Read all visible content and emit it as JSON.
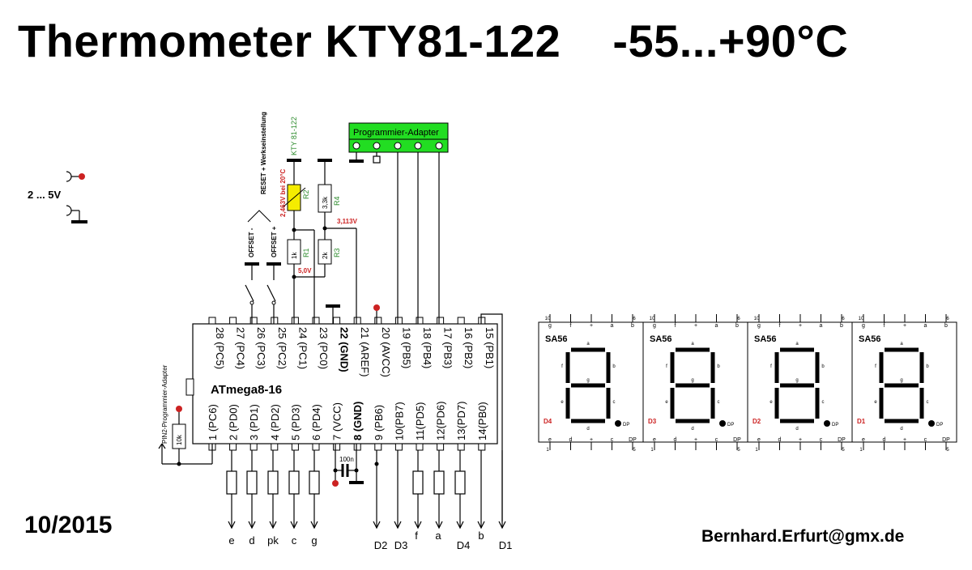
{
  "title": {
    "main": "Thermometer KTY81-122",
    "range": "-55...+90°C"
  },
  "footer": {
    "date": "10/2015",
    "email": "Bernhard.Erfurt@gmx.de"
  },
  "supply": {
    "label": "2 ... 5V"
  },
  "programmer": {
    "label": "Programmier-Adapter",
    "pin2_label": "PIN2-Programmier-Adapter"
  },
  "reset_label": "RESET + Werkseinstellung",
  "offset_labels": [
    "OFFSET -",
    "OFFSET +"
  ],
  "sensor": {
    "name": "KTY 81-122",
    "ref": "R2",
    "note": "2,463V bei 20°C"
  },
  "resistors": [
    {
      "ref": "R1",
      "value": "1k"
    },
    {
      "ref": "R4",
      "value": "3,3k"
    },
    {
      "ref": "R3",
      "value": "2k"
    }
  ],
  "pullup": {
    "value": "10k"
  },
  "voltages": {
    "aref": "3,113V",
    "vcc": "5,0V"
  },
  "capacitor": {
    "value": "100n"
  },
  "chip": {
    "name": "ATmega8-16",
    "top_pins": [
      "28 (PC5)",
      "27 (PC4)",
      "26 (PC3)",
      "25 (PC2)",
      "24 (PC1)",
      "23 (PC0)",
      "22 (GND)",
      "21 (AREF)",
      "20 (AVCC)",
      "19 (PB5)",
      "18 (PB4)",
      "17 (PB3)",
      "16 (PB2)",
      "15 (PB1)"
    ],
    "bottom_pins": [
      "1 (PC6)",
      "2 (PD0)",
      "3 (PD1)",
      "4 (PD2)",
      "5 (PD3)",
      "6 (PD4)",
      "7 (VCC)",
      "8 (GND)",
      "9 (PB6)",
      "10(PB7)",
      "11(PD5)",
      "12(PD6)",
      "13(PD7)",
      "14(PB0)"
    ]
  },
  "outputs": [
    "e",
    "d",
    "pk",
    "c",
    "g",
    "D2",
    "D3",
    "f",
    "a",
    "D4",
    "b",
    "D1"
  ],
  "display": {
    "model": "SA56",
    "top_pins": [
      "g",
      "f",
      "+",
      "a",
      "b"
    ],
    "bottom_pins": [
      "e",
      "d",
      "+",
      "c",
      "DP"
    ],
    "pin_numbers": {
      "top_left": "10",
      "top_right": "6",
      "bottom_left": "1",
      "bottom_right": "5"
    },
    "segment_labels": {
      "a": "a",
      "b": "b",
      "c": "c",
      "d": "d",
      "e": "e",
      "f": "f",
      "g": "g",
      "dp": "DP"
    },
    "digits": [
      "D4",
      "D3",
      "D2",
      "D1"
    ]
  },
  "colors": {
    "accent": "#cc2222",
    "sensor_fill": "#f5ec00",
    "adapter_fill": "#22dd22",
    "label_green": "#2a8a2a",
    "ink": "#000000"
  }
}
